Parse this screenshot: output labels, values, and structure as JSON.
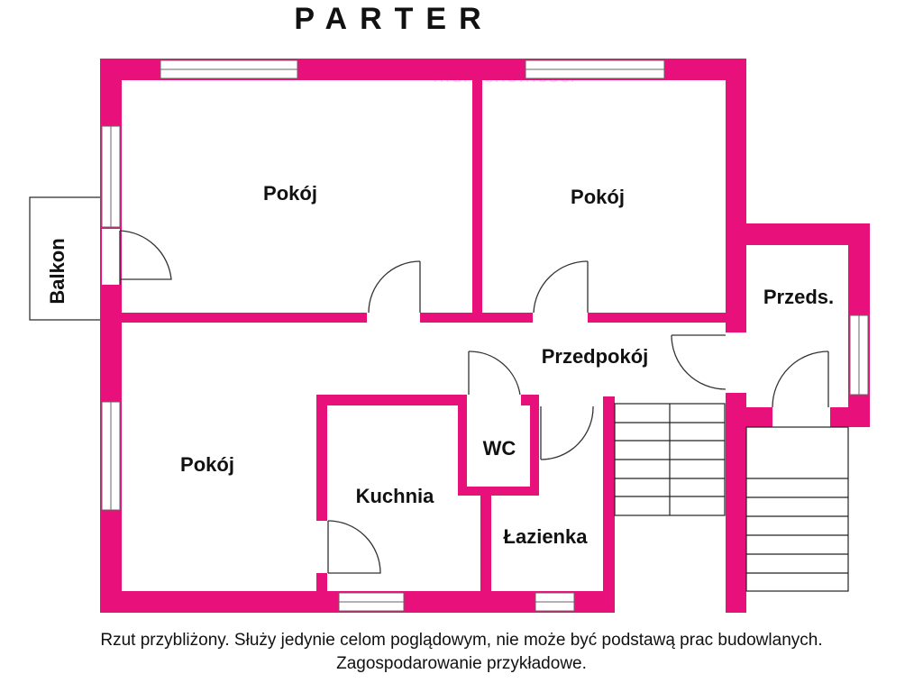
{
  "title": "PARTER",
  "watermark": "nieruchomosci",
  "rooms": {
    "pokoj_top_left": "Pokój",
    "pokoj_top_right": "Pokój",
    "pokoj_bottom_left": "Pokój",
    "przedsionek": "Przeds.",
    "przedpokoj": "Przedpokój",
    "wc": "WC",
    "kuchnia": "Kuchnia",
    "lazienka": "Łazienka",
    "balkon": "Balkon"
  },
  "caption": {
    "line1": "Rzut przybliżony. Służy jedynie celom poglądowym, nie może być podstawą prac budowlanych.",
    "line2": "Zagospodarowanie przykładowe."
  },
  "colors": {
    "wall": "#e8107a",
    "window": "#ffffff",
    "line": "#333333"
  }
}
